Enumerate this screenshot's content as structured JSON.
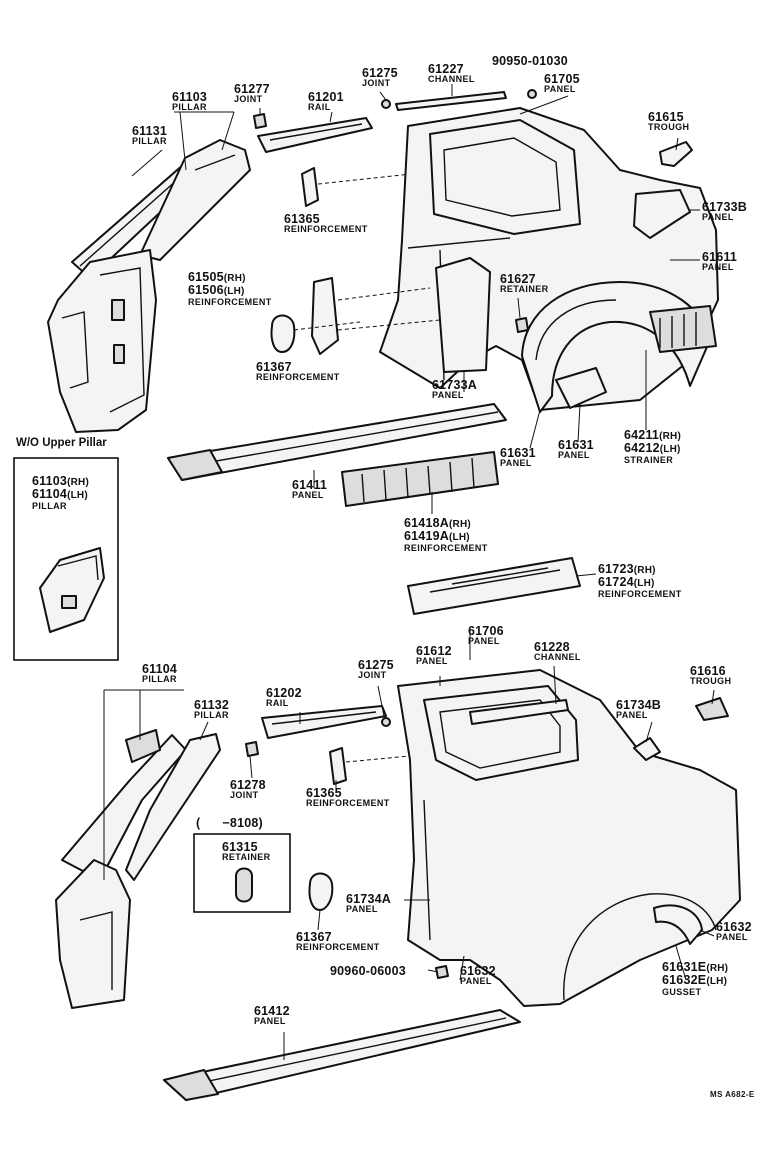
{
  "labels": {
    "p61103": {
      "num": "61103",
      "desc": "PILLAR"
    },
    "p61131": {
      "num": "61131",
      "desc": "PILLAR"
    },
    "p61277": {
      "num": "61277",
      "desc": "JOINT"
    },
    "p61201": {
      "num": "61201",
      "desc": "RAIL"
    },
    "p61275a": {
      "num": "61275",
      "desc": "JOINT"
    },
    "p61227": {
      "num": "61227",
      "desc": "CHANNEL"
    },
    "p90950": {
      "num": "90950-01030"
    },
    "p61705": {
      "num": "61705",
      "desc": "PANEL"
    },
    "p61615": {
      "num": "61615",
      "desc": "TROUGH"
    },
    "p61733b": {
      "num": "61733B",
      "desc": "PANEL"
    },
    "p61611": {
      "num": "61611",
      "desc": "PANEL"
    },
    "p61365a": {
      "num": "61365",
      "desc": "REINFORCEMENT"
    },
    "p61505": {
      "num1": "61505",
      "sfx1": "(RH)",
      "num2": "61506",
      "sfx2": "(LH)",
      "desc": "REINFORCEMENT"
    },
    "p61627": {
      "num": "61627",
      "desc": "RETAINER"
    },
    "p61367a": {
      "num": "61367",
      "desc": "REINFORCEMENT"
    },
    "p61733a": {
      "num": "61733A",
      "desc": "PANEL"
    },
    "p61631a": {
      "num": "61631",
      "desc": "PANEL"
    },
    "p61631b": {
      "num": "61631",
      "desc": "PANEL"
    },
    "p64211": {
      "num1": "64211",
      "sfx1": "(RH)",
      "num2": "64212",
      "sfx2": "(LH)",
      "desc": "STRAINER"
    },
    "wo_upper": {
      "text": "W/O Upper Pillar"
    },
    "p61103box": {
      "num1": "61103",
      "sfx1": "(RH)",
      "num2": "61104",
      "sfx2": "(LH)",
      "desc": "PILLAR"
    },
    "p61411": {
      "num": "61411",
      "desc": "PANEL"
    },
    "p61418": {
      "num1": "61418A",
      "sfx1": "(RH)",
      "num2": "61419A",
      "sfx2": "(LH)",
      "desc": "REINFORCEMENT"
    },
    "p61723": {
      "num1": "61723",
      "sfx1": "(RH)",
      "num2": "61724",
      "sfx2": "(LH)",
      "desc": "REINFORCEMENT"
    },
    "p61706": {
      "num": "61706",
      "desc": "PANEL"
    },
    "p61612": {
      "num": "61612",
      "desc": "PANEL"
    },
    "p61228": {
      "num": "61228",
      "desc": "CHANNEL"
    },
    "p61616": {
      "num": "61616",
      "desc": "TROUGH"
    },
    "p61104": {
      "num": "61104",
      "desc": "PILLAR"
    },
    "p61132": {
      "num": "61132",
      "desc": "PILLAR"
    },
    "p61202": {
      "num": "61202",
      "desc": "RAIL"
    },
    "p61275b": {
      "num": "61275",
      "desc": "JOINT"
    },
    "p61734b": {
      "num": "61734B",
      "desc": "PANEL"
    },
    "p61278": {
      "num": "61278",
      "desc": "JOINT"
    },
    "p61365b": {
      "num": "61365",
      "desc": "REINFORCEMENT"
    },
    "range": {
      "open": "(",
      "text": "−8108)"
    },
    "p61315": {
      "num": "61315",
      "desc": "RETAINER"
    },
    "p61734a": {
      "num": "61734A",
      "desc": "PANEL"
    },
    "p61367b": {
      "num": "61367",
      "desc": "REINFORCEMENT"
    },
    "p90960": {
      "num": "90960-06003"
    },
    "p61632a": {
      "num": "61632",
      "desc": "PANEL"
    },
    "p61632b": {
      "num": "61632",
      "desc": "PANEL"
    },
    "p61631e": {
      "num1": "61631E",
      "sfx1": "(RH)",
      "num2": "61632E",
      "sfx2": "(LH)",
      "desc": "GUSSET"
    },
    "p61412": {
      "num": "61412",
      "desc": "PANEL"
    },
    "footer": {
      "code": "MS A682-E"
    }
  }
}
